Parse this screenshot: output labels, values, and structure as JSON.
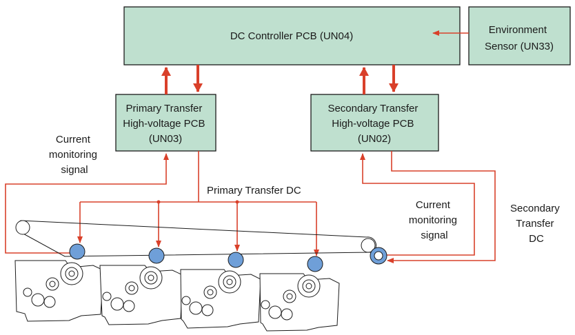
{
  "boxes": {
    "dc_controller": "DC Controller PCB (UN04)",
    "environment_sensor": [
      "Environment",
      "Sensor (UN33)"
    ],
    "primary_transfer": [
      "Primary Transfer",
      "High-voltage PCB",
      "(UN03)"
    ],
    "secondary_transfer": [
      "Secondary Transfer",
      "High-voltage PCB",
      "(UN02)"
    ]
  },
  "labels": {
    "current_monitoring_left": [
      "Current",
      "monitoring",
      "signal"
    ],
    "primary_transfer_dc": "Primary Transfer DC",
    "current_monitoring_right": [
      "Current",
      "monitoring",
      "signal"
    ],
    "secondary_transfer_dc": [
      "Secondary",
      "Transfer",
      "DC"
    ]
  },
  "colors": {
    "box_fill": "#bfe0cf",
    "arrow": "#d9402a",
    "roller": "#6f9fd8"
  }
}
